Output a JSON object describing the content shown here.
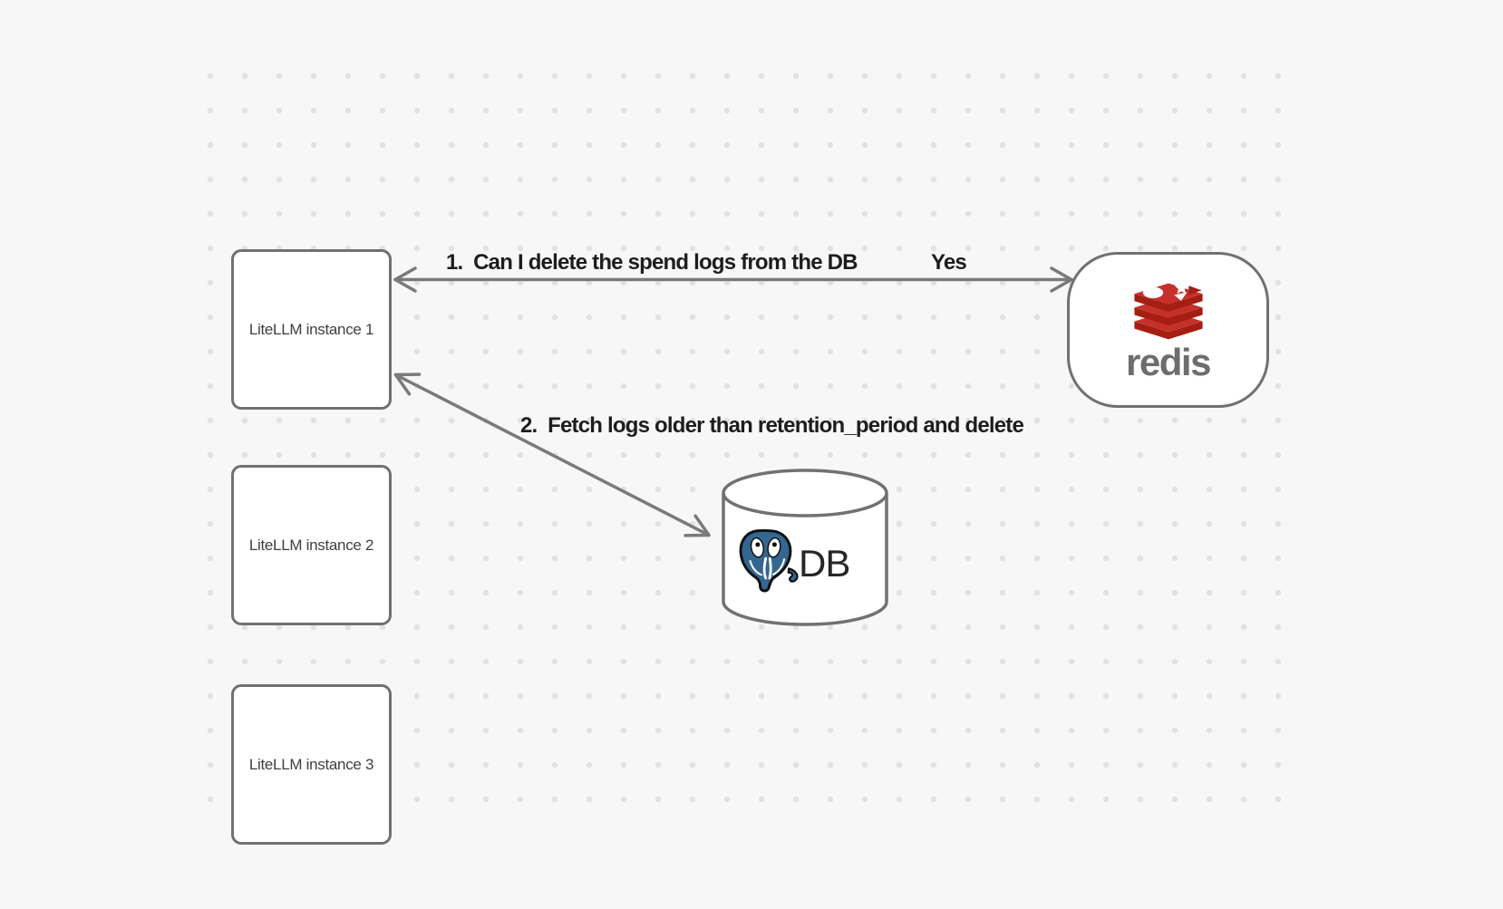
{
  "nodes": {
    "instance1": {
      "label": "LiteLLM instance 1"
    },
    "instance2": {
      "label": "LiteLLM instance 2"
    },
    "instance3": {
      "label": "LiteLLM instance 3"
    },
    "redis": {
      "wordmark": "redis",
      "icon": "redis-logo"
    },
    "db": {
      "label": "DB",
      "icon": "postgres-elephant-logo",
      "shape": "database-cylinder"
    }
  },
  "edges": {
    "edge1": {
      "label": "1.  Can I delete the spend logs from the DB",
      "response": "Yes",
      "style": "double-headed-arrow"
    },
    "edge2": {
      "label": "2.  Fetch logs older than retention_period and delete",
      "style": "double-headed-arrow"
    }
  },
  "colors": {
    "background": "#f7f7f7",
    "dot": "#e2e2e2",
    "node_fill": "#ffffff",
    "node_border": "#717171",
    "arrow": "#7a7a7a",
    "label_text": "#1d1d1d",
    "node_text": "#3f3f3f",
    "redis_red": "#c6302b",
    "redis_red_dark": "#a41e11",
    "redis_wordmark": "#6d6d6d",
    "postgres_blue": "#336791",
    "db_text": "#262626"
  }
}
